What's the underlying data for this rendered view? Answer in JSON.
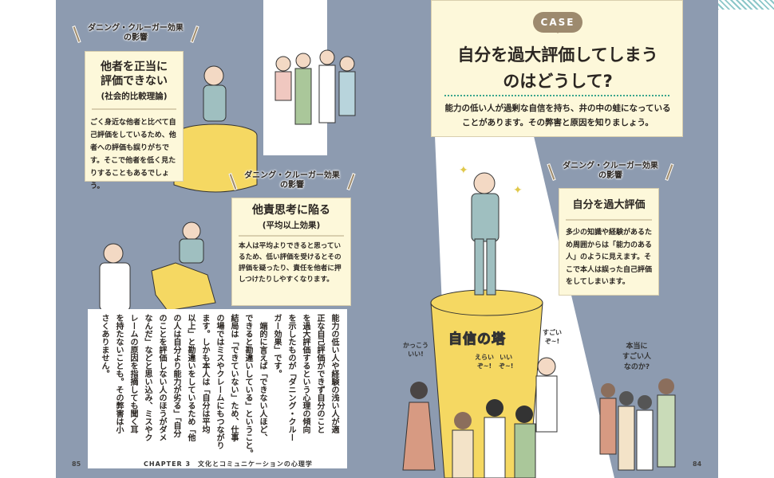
{
  "left_page": {
    "card1": {
      "tag_line1": "ダニング・クルーガー効果",
      "tag_line2": "の影響",
      "title_line1": "他者を正当に",
      "title_line2": "評価できない",
      "subtitle": "(社会的比較理論)",
      "body": "ごく身近な他者と比べて自己評価をしているため、他者への評価も誤りがちです。そこで他者を低く見たりすることもあるでしょう。"
    },
    "card2": {
      "tag_line1": "ダニング・クルーガー効果",
      "tag_line2": "の影響",
      "title": "他責思考に陥る",
      "subtitle": "(平均以上効果)",
      "body": "本人は平均よりできると思っているため、低い評価を受けるとその評価を疑ったり、責任を他者に押しつけたりしやすくなります。"
    },
    "body_lines": [
      "能力の低い人や経験の浅い人が適",
      "正な自己評価ができず自分のこと",
      "を過大評価するという心理の傾向",
      "を示したものが「ダニング・クルー",
      "ガー効果」です。",
      "　端的に言えば「できない人ほど、",
      "できると勘違いしている」ということ。",
      "結局は「できていない」ため、仕事",
      "の場ではミスやクレームにもつながり",
      "ます。しかも本人は「自分は平均",
      "以上」と勘違いをしているため「他",
      "の人は自分より能力が劣る」「自分",
      "のことを評価しない人のほうがダメ",
      "なんだ」などと思い込み、ミスやク",
      "レームの原因を指摘しても聞く耳",
      "を持たないことも。その弊害は小",
      "さくありません。"
    ],
    "page_number": "85",
    "chapter": "CHAPTER 3　文化とコミュニケーションの心理学"
  },
  "right_page": {
    "case_badge": "CASE",
    "title_line1": "自分を過大評価してしまう",
    "title_line2": "のはどうして?",
    "lead_line1": "能力の低い人が過剰な自信を持ち、井の中の蛙になっている",
    "lead_line2": "ことがあります。その弊害と原因を知りましょう。",
    "card": {
      "tag_line1": "ダニング・クルーガー効果",
      "tag_line2": "の影響",
      "title": "自分を過大評価",
      "body": "多少の知識や経験があるため周囲からは「能力のある人」のように見えます。そこで本人は誤った自己評価をしてしまいます。"
    },
    "tower_label": "自信の塔",
    "bubbles": [
      [
        "かっこう",
        "いい!"
      ],
      [
        "えらい",
        "ぞ~!"
      ],
      [
        "いい",
        "ぞ~!"
      ],
      [
        "すごい",
        "ぞ~!"
      ],
      [
        "本当に",
        "すごい人",
        "なのか?"
      ]
    ],
    "page_number": "84"
  },
  "colors": {
    "page_bg": "#8d9bb0",
    "card_bg": "#fdf8da",
    "accent": "#9d8a6e",
    "tower": "#f5d862",
    "teal": "#3aa58c"
  }
}
